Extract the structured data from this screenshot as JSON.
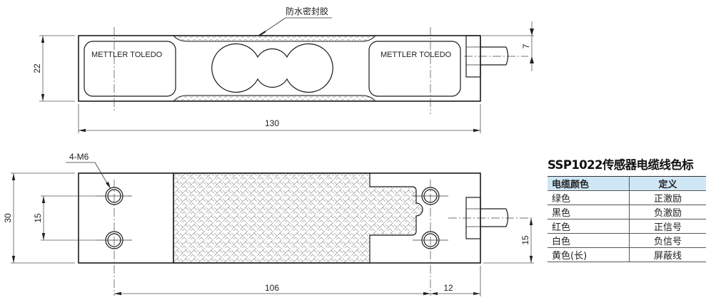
{
  "top_view": {
    "seal_label": "防水密封胶",
    "brand_left": "METTLER TOLEDO",
    "brand_right": "METTLER TOLEDO",
    "dim_height": "22",
    "dim_length": "130",
    "dim_cable": "7"
  },
  "bottom_view": {
    "hole_label": "4-M6",
    "dim_height": "30",
    "dim_hole_spacing_left": "15",
    "dim_hole_spacing_right": "15",
    "dim_hole_to_hole": "106",
    "dim_hole_to_end": "12"
  },
  "legend": {
    "title": "SSP1022传感器电缆线色标",
    "headers": [
      "电缆颜色",
      "定义"
    ],
    "rows": [
      [
        "绿色",
        "正激励"
      ],
      [
        "黑色",
        "负激励"
      ],
      [
        "红色",
        "正信号"
      ],
      [
        "白色",
        "负信号"
      ],
      [
        "黄色(长)",
        "屏蔽线"
      ]
    ],
    "header_bg": "#cfe6f5"
  }
}
